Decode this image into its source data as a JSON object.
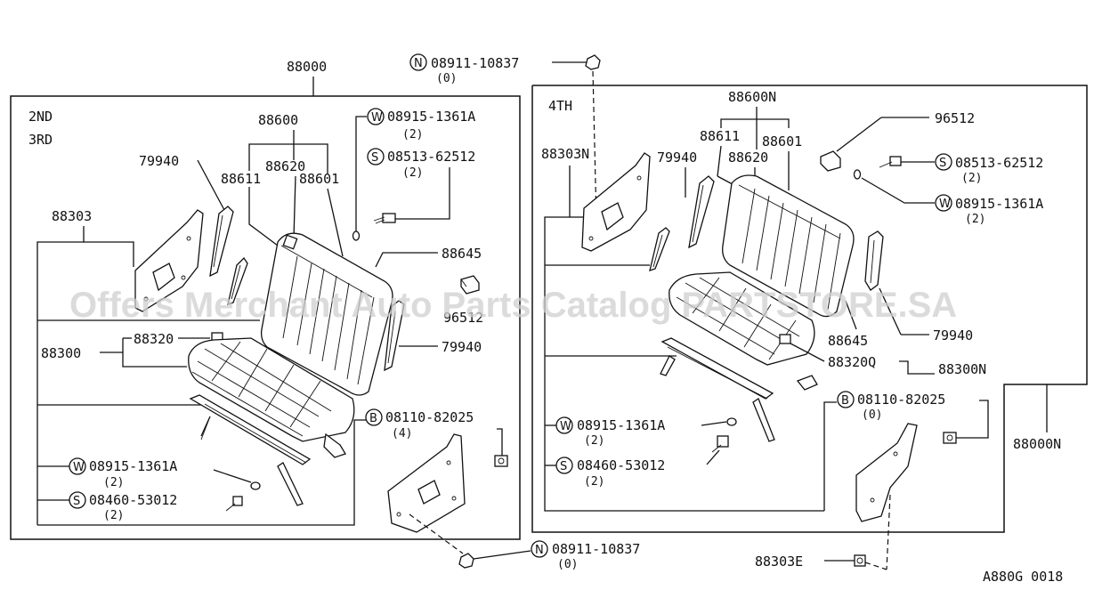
{
  "labels": {
    "p88000": "88000",
    "n_top_code": "08911-10837",
    "n_top_qty": "(0)",
    "box_left_line1": "2ND",
    "box_left_line2": "3RD",
    "p88600": "88600",
    "w_left_code": "08915-1361A",
    "w_left_qty": "(2)",
    "s_left_code": "08513-62512",
    "s_left_qty": "(2)",
    "p79940_left_top": "79940",
    "p88620_left": "88620",
    "p88611_left": "88611",
    "p88601_left": "88601",
    "p88303_left": "88303",
    "p88645_left": "88645",
    "p96512_left": "96512",
    "p88320": "88320",
    "p88300": "88300",
    "p79940_left_right": "79940",
    "b_left_code": "08110-82025",
    "b_left_qty": "(4)",
    "w_left_bottom_code": "08915-1361A",
    "w_left_bottom_qty": "(2)",
    "s_left_bottom_code": "08460-53012",
    "s_left_bottom_qty": "(2)",
    "n_bottom_code": "08911-10837",
    "n_bottom_qty": "(0)",
    "box_right_label": "4TH",
    "p88600N": "88600N",
    "p96512_right": "96512",
    "p88611_right": "88611",
    "p88601_right": "88601",
    "p88303N": "88303N",
    "p79940_right_top": "79940",
    "p88620_right": "88620",
    "s_right_code": "08513-62512",
    "s_right_qty": "(2)",
    "w_right_code": "08915-1361A",
    "w_right_qty": "(2)",
    "p88645_right": "88645",
    "p79940_right": "79940",
    "p88320Q": "88320Q",
    "p88300N": "88300N",
    "b_right_code": "08110-82025",
    "b_right_qty": "(0)",
    "w_right_bottom_code": "08915-1361A",
    "w_right_bottom_qty": "(2)",
    "s_right_bottom_code": "08460-53012",
    "s_right_bottom_qty": "(2)",
    "p88000N": "88000N",
    "p88303E": "88303E",
    "diagram_code": "A880G 0018"
  },
  "circle_letters": {
    "n": "N",
    "w": "W",
    "s": "S",
    "b": "B"
  },
  "watermark": "Offers Merchant Auto Parts Catalog PARTSTORE.SA"
}
